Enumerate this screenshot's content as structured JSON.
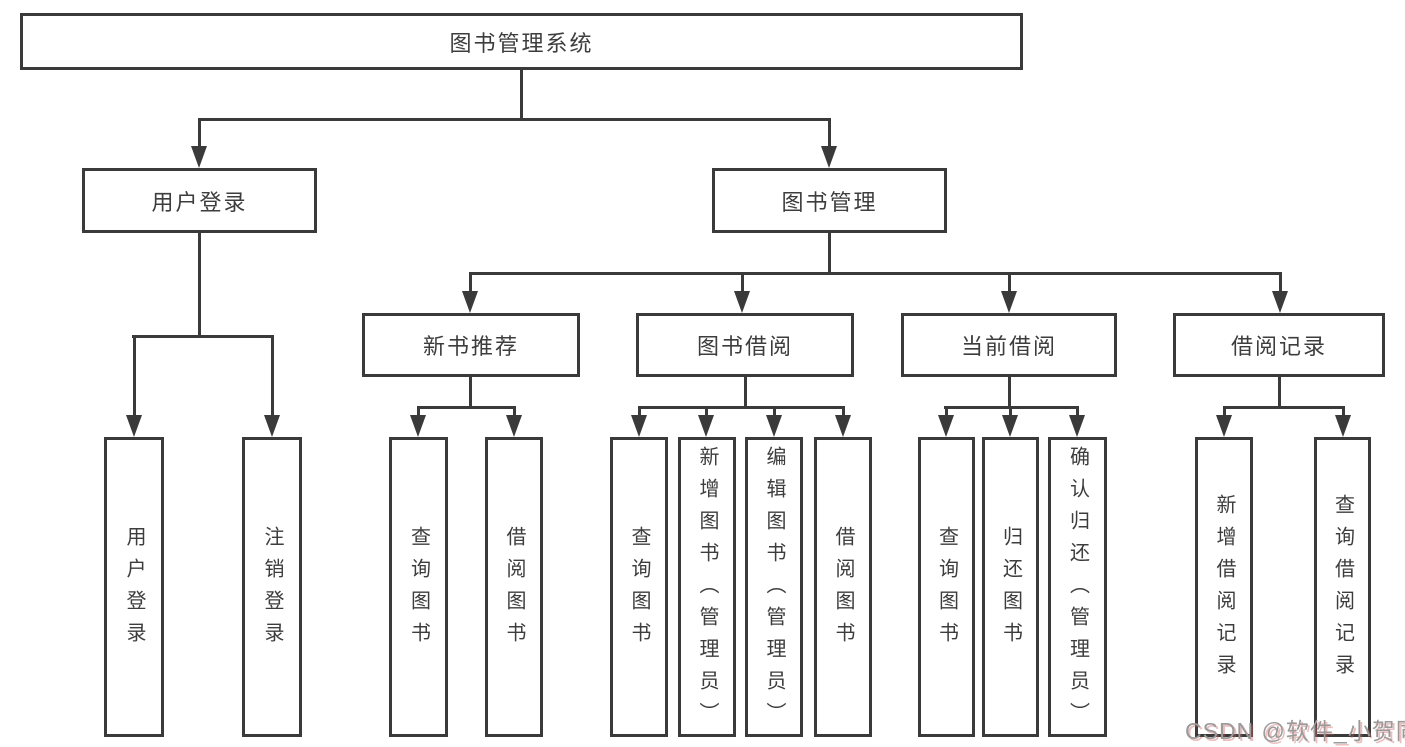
{
  "diagram_title": "图书管理系统",
  "colors": {
    "line": "#3a3a3a",
    "box_background": "#ffffff",
    "text": "#3d3d3d",
    "watermark_gray": "#9a9a9a",
    "watermark_red": "#cd5c5c"
  },
  "watermark": {
    "text": "CSDN @软件_小贺同学"
  },
  "nodes": {
    "root": {
      "label": "图书管理系统"
    },
    "user_login": {
      "label": "用户登录"
    },
    "book_mgmt": {
      "label": "图书管理"
    },
    "new_book_rec": {
      "label": "新书推荐"
    },
    "book_borrow": {
      "label": "图书借阅"
    },
    "current_borrow": {
      "label": "当前借阅"
    },
    "borrow_records": {
      "label": "借阅记录"
    },
    "leaf_user_login": {
      "label": "用户登录"
    },
    "leaf_logout": {
      "label": "注销登录"
    },
    "leaf_query_books_rec": {
      "label": "查询图书"
    },
    "leaf_borrow_books_rec": {
      "label": "借阅图书"
    },
    "leaf_query_books_borrow": {
      "label": "查询图书"
    },
    "leaf_add_books": {
      "label": "新增图书（管理员）"
    },
    "leaf_edit_books": {
      "label": "编辑图书（管理员）"
    },
    "leaf_borrow_books": {
      "label": "借阅图书"
    },
    "leaf_query_books_current": {
      "label": "查询图书"
    },
    "leaf_return_books": {
      "label": "归还图书"
    },
    "leaf_confirm_return": {
      "label": "确认归还（管理员）"
    },
    "leaf_add_borrow_record": {
      "label": "新增借阅记录"
    },
    "leaf_query_borrow_record": {
      "label": "查询借阅记录"
    }
  }
}
